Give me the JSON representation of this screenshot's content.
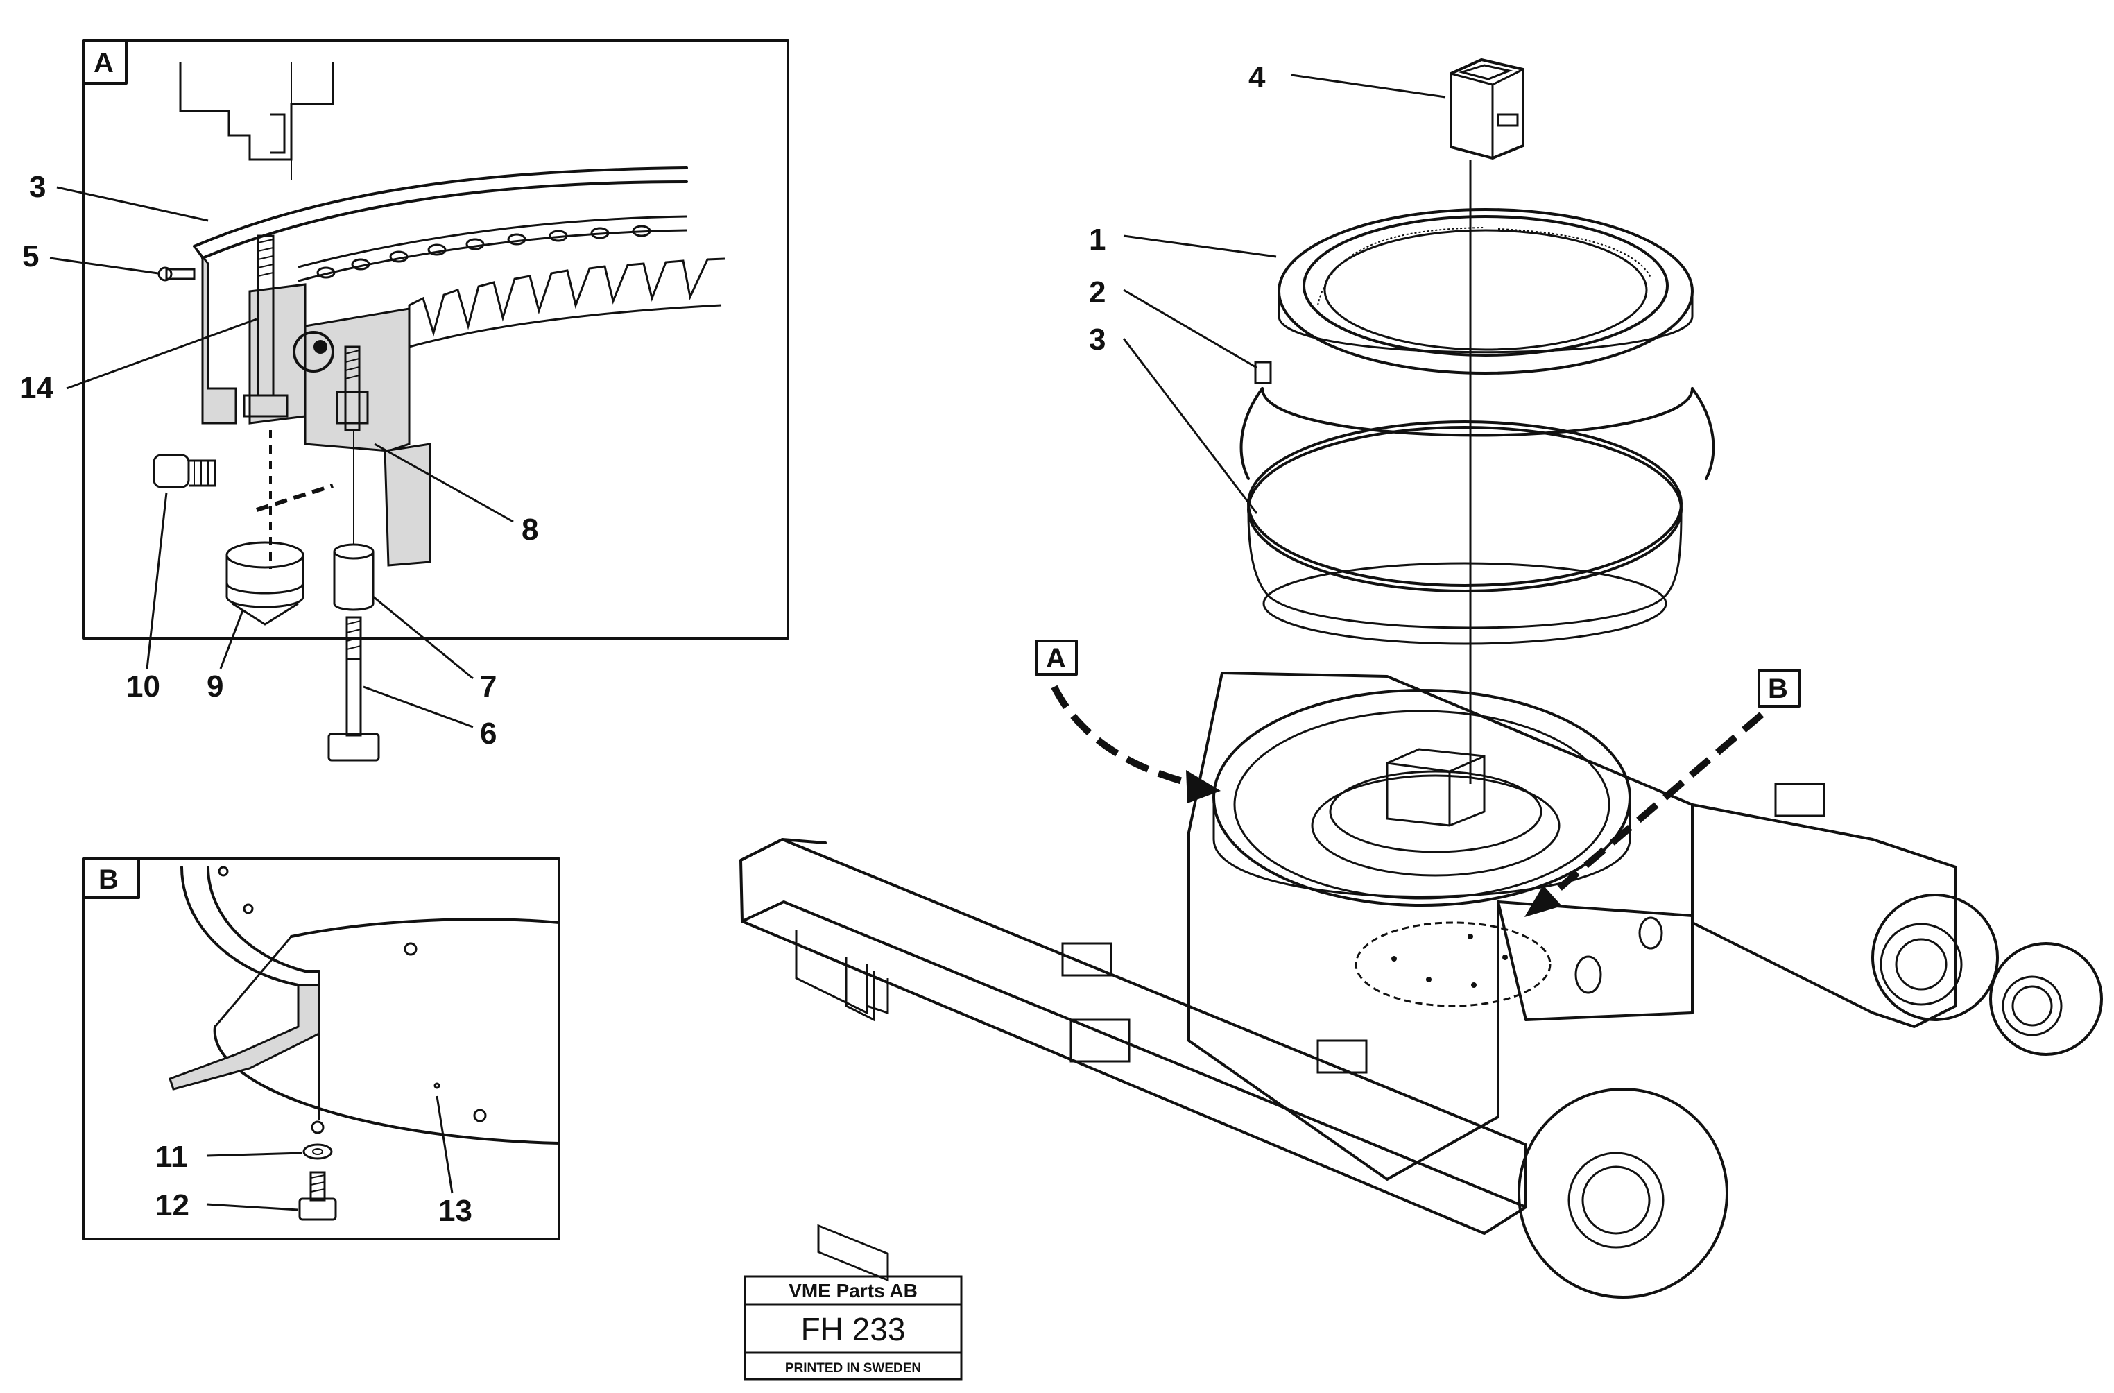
{
  "detail_a": {
    "letter": "A",
    "callouts": [
      "3",
      "5",
      "14",
      "8",
      "10",
      "9",
      "7",
      "6"
    ]
  },
  "detail_b": {
    "letter": "B",
    "callouts": [
      "11",
      "12",
      "13"
    ]
  },
  "main_view": {
    "callouts": [
      "4",
      "1",
      "2",
      "3"
    ],
    "arrow_a": "A",
    "arrow_b": "B"
  },
  "title_block": {
    "company": "VME Parts AB",
    "code": "FH 233",
    "footer": "PRINTED IN SWEDEN"
  }
}
